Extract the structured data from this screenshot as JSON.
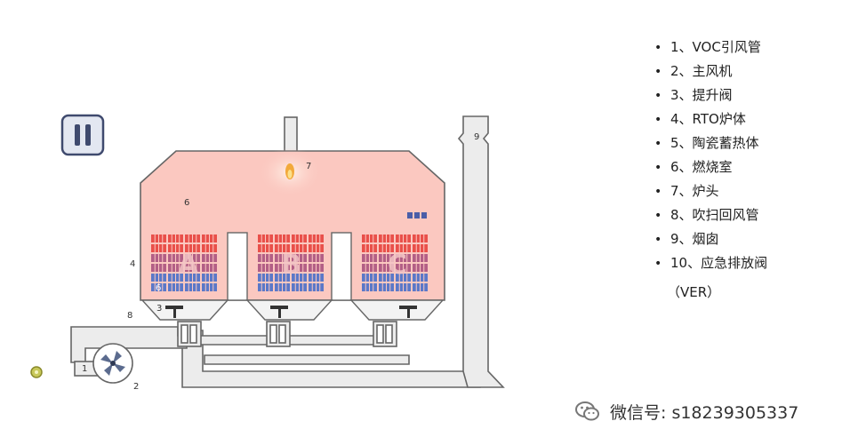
{
  "diagram": {
    "pause_icon": "pause-icon",
    "chambers": [
      "A",
      "B",
      "C"
    ],
    "status_text": "",
    "labels": {
      "n1": "1",
      "n2": "2",
      "n3": "3",
      "n4": "4",
      "n6a": "6",
      "n6b": "6",
      "n7": "7",
      "n8": "8",
      "n9": "9"
    },
    "colors": {
      "chamber": "#fbc8c0",
      "hot_block": "#e9504a",
      "mid_block": "#b35f86",
      "cool_block": "#5b78c8",
      "outline": "#666666",
      "pipe_fill": "#ececec",
      "flame": "#f2a93b"
    }
  },
  "legend": {
    "items": [
      "1、VOC引风管",
      "2、主风机",
      "3、提升阀",
      "4、RTO炉体",
      "5、陶瓷蓄热体",
      "6、燃烧室",
      "7、炉头",
      "8、吹扫回风管",
      "9、烟囱",
      "10、应急排放阀"
    ],
    "continuation": "（VER）"
  },
  "watermark": {
    "icon": "wechat-icon",
    "text": "微信号: s18239305337"
  }
}
